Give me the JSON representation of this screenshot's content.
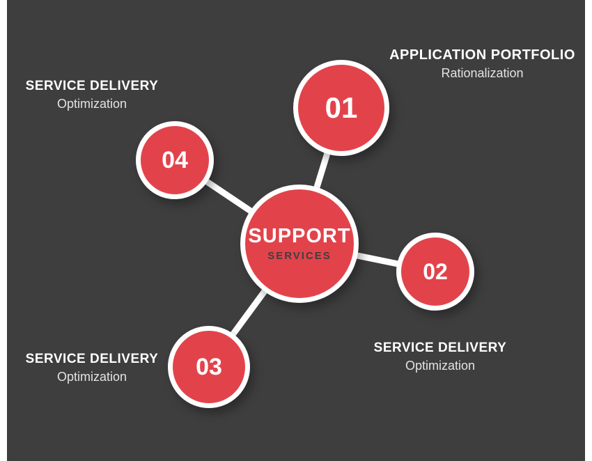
{
  "diagram": {
    "type": "hub-and-spoke",
    "center": {
      "title": "SUPPORT",
      "subtitle": "SERVICES"
    },
    "nodes": [
      {
        "number": "01",
        "label_line1": "APPLICATION PORTFOLIO",
        "label_line2": "Rationalization",
        "position": "top-right"
      },
      {
        "number": "02",
        "label_line1": "SERVICE DELIVERY",
        "label_line2": "Optimization",
        "position": "right"
      },
      {
        "number": "03",
        "label_line1": "SERVICE DELIVERY",
        "label_line2": "Optimization",
        "position": "bottom-left"
      },
      {
        "number": "04",
        "label_line1": "SERVICE DELIVERY",
        "label_line2": "Optimization",
        "position": "upper-left"
      }
    ],
    "colors": {
      "background": "#3f3e3e",
      "frame": "#ffffff",
      "circle_fill": "#e2434b",
      "circle_border": "#ffffff",
      "connector": "#ffffff",
      "text_light": "#ffffff",
      "text_muted": "#e3e3e3",
      "text_dark": "#3f3e3e"
    }
  }
}
